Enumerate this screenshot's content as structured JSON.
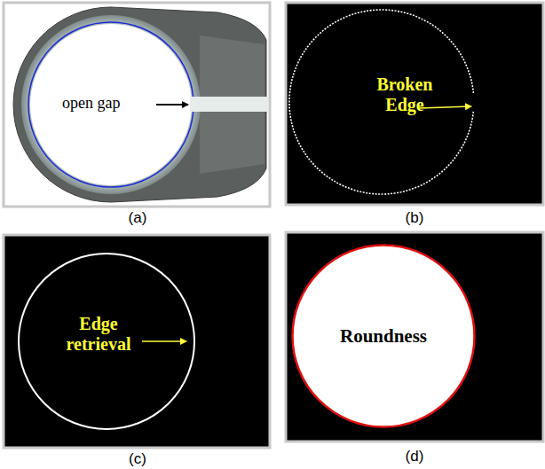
{
  "diagram": {
    "nodes": [
      {
        "text": [
          "Roundness"
        ]
      }
    ],
    "labels": [
      "open gap",
      "(a)",
      "Broken Edge",
      "(b)",
      "Edge retrieval",
      "(c)",
      "(d)"
    ]
  }
}
